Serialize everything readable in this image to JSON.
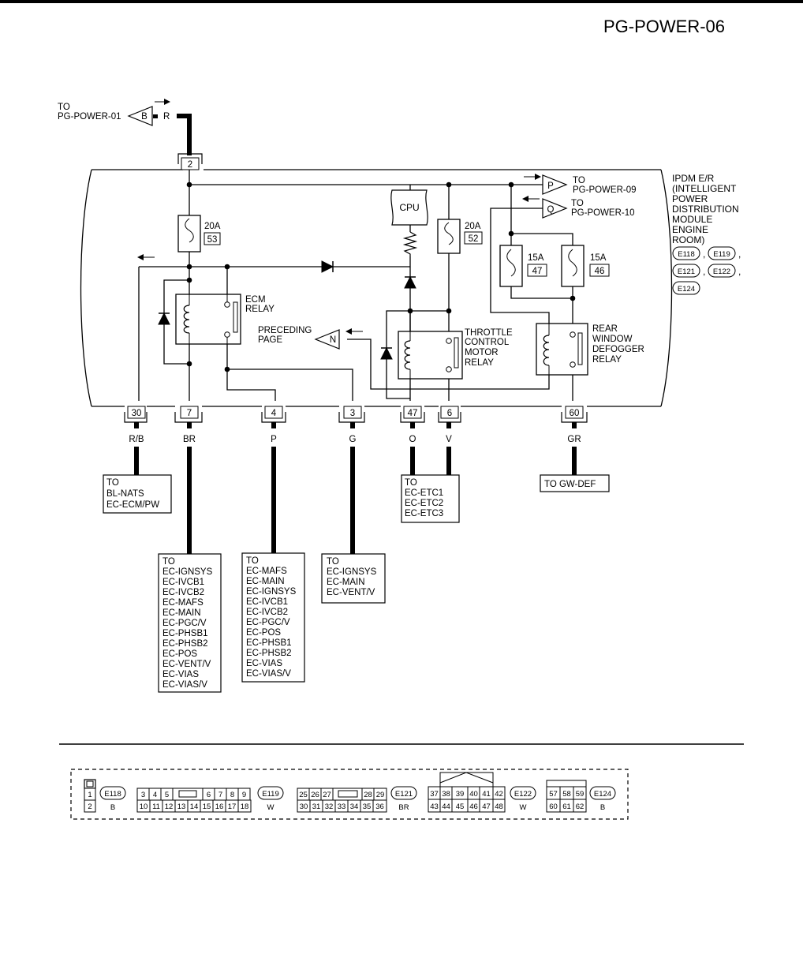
{
  "page_code": "PG-POWER-06",
  "module": {
    "lines": [
      "IPDM E/R",
      "(INTELLIGENT",
      "POWER",
      "DISTRIBUTION",
      "MODULE",
      "ENGINE",
      "ROOM)"
    ],
    "connectors": [
      "E118",
      "E119",
      "E121",
      "E122",
      "E124"
    ]
  },
  "top_link": {
    "to": "TO",
    "page": "PG-POWER-01",
    "symbol": "B",
    "wire_color": "R",
    "pin": "2"
  },
  "right_links": [
    {
      "symbol": "P",
      "to": "TO",
      "page": "PG-POWER-09"
    },
    {
      "symbol": "Q",
      "to": "TO",
      "page": "PG-POWER-10"
    }
  ],
  "fuses": [
    {
      "amps": "20A",
      "no": "53"
    },
    {
      "amps": "20A",
      "no": "52"
    },
    {
      "amps": "15A",
      "no": "47"
    },
    {
      "amps": "15A",
      "no": "46"
    }
  ],
  "relays": [
    {
      "lines": [
        "ECM",
        "RELAY"
      ]
    },
    {
      "lines": [
        "THROTTLE",
        "CONTROL",
        "MOTOR",
        "RELAY"
      ]
    },
    {
      "lines": [
        "REAR",
        "WINDOW",
        "DEFOGGER",
        "RELAY"
      ]
    }
  ],
  "cpu_label": "CPU",
  "preceding": {
    "lines": [
      "PRECEDING",
      "PAGE"
    ],
    "symbol": "N"
  },
  "bottom_pins": [
    {
      "pin": "30",
      "color": "R/B"
    },
    {
      "pin": "7",
      "color": "BR"
    },
    {
      "pin": "4",
      "color": "P"
    },
    {
      "pin": "3",
      "color": "G"
    },
    {
      "pin": "47",
      "color": "O"
    },
    {
      "pin": "6",
      "color": "V"
    },
    {
      "pin": "60",
      "color": "GR"
    }
  ],
  "destinations": [
    {
      "lines": [
        "TO",
        "BL-NATS",
        "EC-ECM/PW"
      ]
    },
    {
      "lines": [
        "TO",
        "EC-ETC1",
        "EC-ETC2",
        "EC-ETC3"
      ]
    },
    {
      "lines": [
        "TO GW-DEF"
      ]
    },
    {
      "lines": [
        "TO",
        "EC-IGNSYS",
        "EC-IVCB1",
        "EC-IVCB2",
        "EC-MAFS",
        "EC-MAIN",
        "EC-PGC/V",
        "EC-PHSB1",
        "EC-PHSB2",
        "EC-POS",
        "EC-VENT/V",
        "EC-VIAS",
        "EC-VIAS/V"
      ]
    },
    {
      "lines": [
        "TO",
        "EC-MAFS",
        "EC-MAIN",
        "EC-IGNSYS",
        "EC-IVCB1",
        "EC-IVCB2",
        "EC-PGC/V",
        "EC-POS",
        "EC-PHSB1",
        "EC-PHSB2",
        "EC-VIAS",
        "EC-VIAS/V"
      ]
    },
    {
      "lines": [
        "TO",
        "EC-IGNSYS",
        "EC-MAIN",
        "EC-VENT/V"
      ]
    }
  ],
  "connector_legend": [
    {
      "id": "E118",
      "color": "B",
      "row1": [
        "1"
      ],
      "row2": [
        "2"
      ]
    },
    {
      "id": "E119",
      "color": "W",
      "row1": [
        "3",
        "4",
        "5",
        "6",
        "7",
        "8",
        "9"
      ],
      "row2": [
        "10",
        "11",
        "12",
        "13",
        "14",
        "15",
        "16",
        "17",
        "18"
      ]
    },
    {
      "id": "E121",
      "color": "BR",
      "row1": [
        "25",
        "26",
        "27",
        "28",
        "29"
      ],
      "row2": [
        "30",
        "31",
        "32",
        "33",
        "34",
        "35",
        "36"
      ]
    },
    {
      "id": "E122",
      "color": "W",
      "row1": [
        "37",
        "38",
        "39",
        "40",
        "41",
        "42"
      ],
      "row2": [
        "43",
        "44",
        "45",
        "46",
        "47",
        "48"
      ]
    },
    {
      "id": "E124",
      "color": "B",
      "row1": [
        "57",
        "58",
        "59"
      ],
      "row2": [
        "60",
        "61",
        "62"
      ]
    }
  ]
}
